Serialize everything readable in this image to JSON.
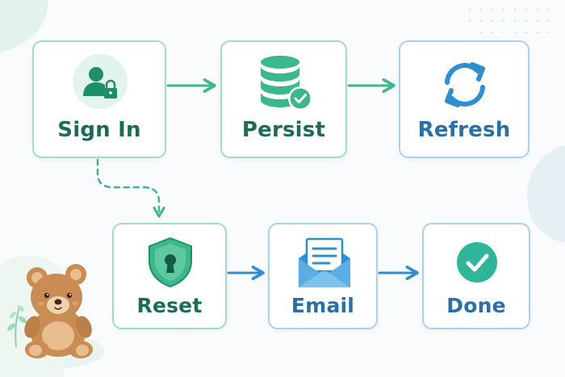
{
  "nodes": {
    "signin": {
      "label": "Sign In"
    },
    "persist": {
      "label": "Persist"
    },
    "refresh": {
      "label": "Refresh"
    },
    "reset": {
      "label": "Reset"
    },
    "email": {
      "label": "Email"
    },
    "done": {
      "label": "Done"
    }
  },
  "icons": {
    "signin": "user-lock-icon",
    "persist": "database-check-icon",
    "refresh": "refresh-icon",
    "reset": "shield-keyhole-icon",
    "email": "envelope-open-icon",
    "done": "check-circle-icon"
  },
  "colors": {
    "green_accent": "#3cb88a",
    "green_text": "#1e6b55",
    "blue_accent": "#2e8fd0",
    "blue_text": "#2a6fa8",
    "green_border": "#a3dcc1",
    "blue_border": "#a9d3ec"
  }
}
